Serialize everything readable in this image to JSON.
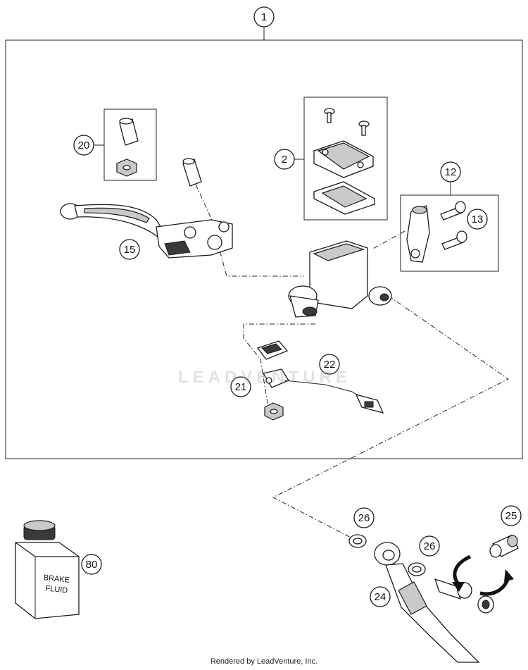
{
  "diagram": {
    "callouts": [
      {
        "id": "c1",
        "label": "1"
      },
      {
        "id": "c2",
        "label": "2"
      },
      {
        "id": "c12",
        "label": "12"
      },
      {
        "id": "c13",
        "label": "13"
      },
      {
        "id": "c15",
        "label": "15"
      },
      {
        "id": "c20",
        "label": "20"
      },
      {
        "id": "c21",
        "label": "21"
      },
      {
        "id": "c22",
        "label": "22"
      },
      {
        "id": "c24",
        "label": "24"
      },
      {
        "id": "c25",
        "label": "25"
      },
      {
        "id": "c26a",
        "label": "26"
      },
      {
        "id": "c26b",
        "label": "26"
      },
      {
        "id": "c80",
        "label": "80"
      }
    ],
    "bottle_label_line1": "BRAKE",
    "bottle_label_line2": "FLUID",
    "watermark": "LEADVENTURE",
    "footer": "Rendered by LeadVenture, Inc."
  }
}
